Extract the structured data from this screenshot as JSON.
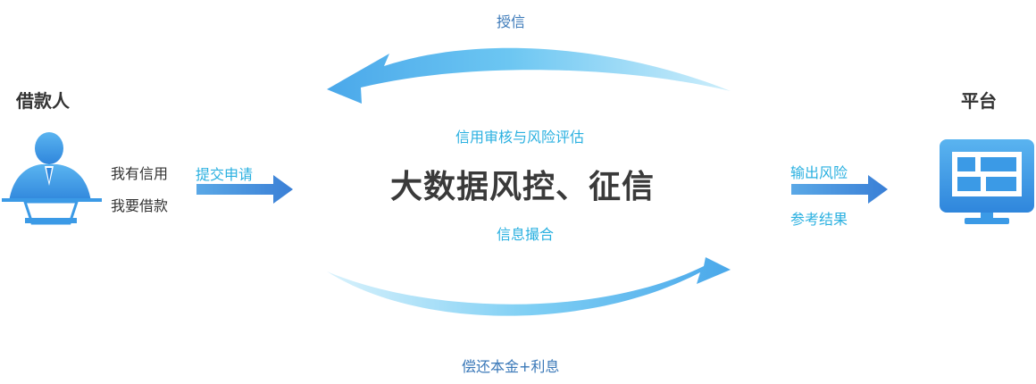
{
  "borrower": {
    "title": "借款人",
    "line1": "我有信用",
    "line2": "我要借款",
    "arrow_label": "提交申请"
  },
  "platform": {
    "title": "平台",
    "arrow_label_top": "输出风险",
    "arrow_label_bottom": "参考结果"
  },
  "center": {
    "top_label": "授信",
    "sub_top": "信用审核与风险评估",
    "main_title": "大数据风控、征信",
    "sub_bottom": "信息撮合",
    "bottom_label": "偿还本金+利息"
  },
  "colors": {
    "arrow_light": "#7fd3f5",
    "arrow_dark": "#3a8fe0",
    "icon_blue": "#3b9ae6",
    "label_cyan": "#2ab0e0",
    "label_blue": "#3a78b8"
  }
}
